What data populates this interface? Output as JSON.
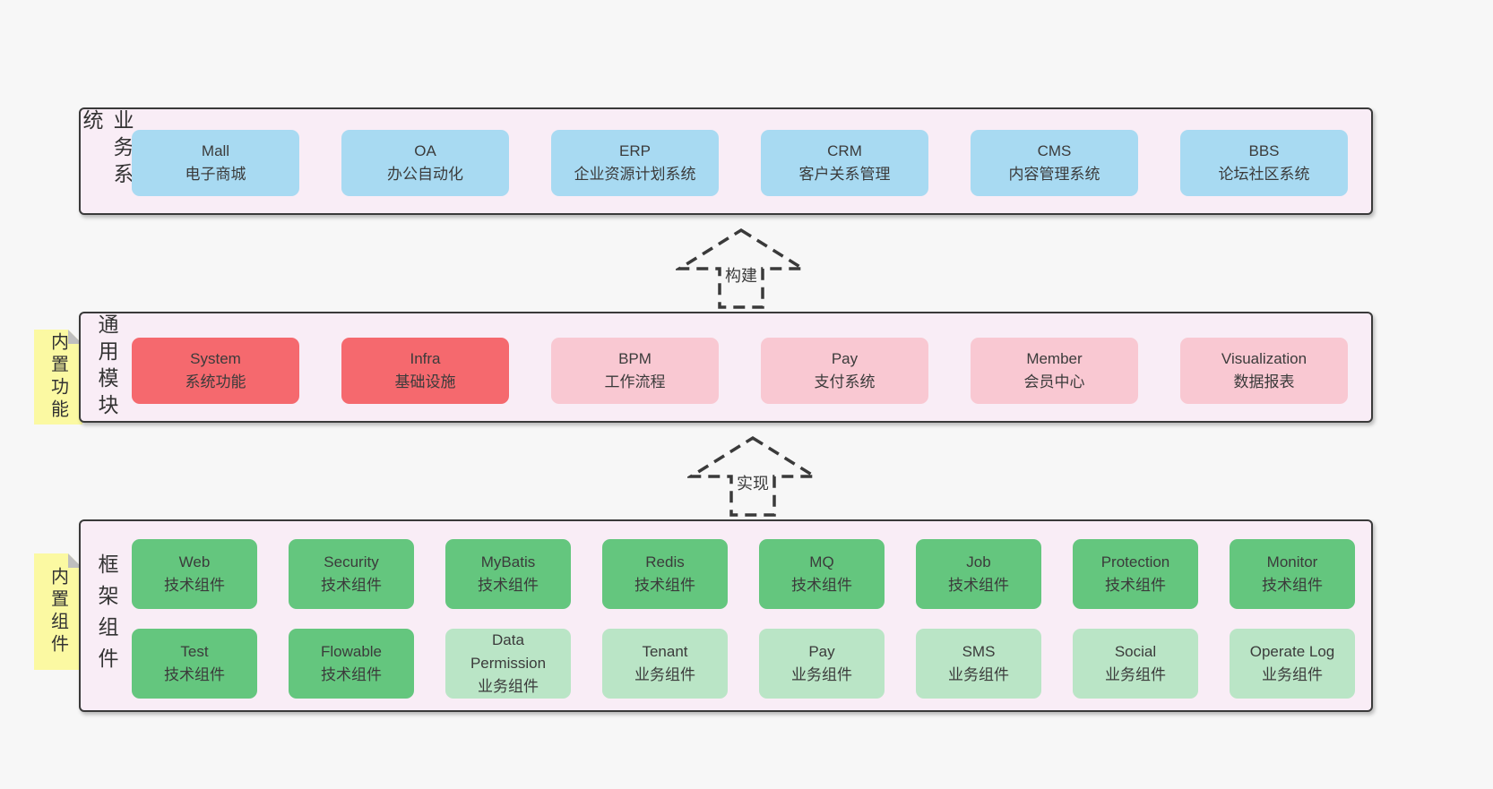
{
  "colors": {
    "page_bg": "#f7f7f7",
    "band_bg": "#f9edf6",
    "border": "#3a3a3a",
    "blue": "#a8daf2",
    "red": "#f5696e",
    "pink": "#f9c8d2",
    "green_dark": "#64c67e",
    "green_light": "#bae5c6",
    "sticky_yellow": "#fbf9a2"
  },
  "arrows": [
    {
      "label": "构建"
    },
    {
      "label": "实现"
    }
  ],
  "bands": [
    {
      "label": "业务系统",
      "boxes": [
        {
          "name": "Mall",
          "desc": "电子商城",
          "type": "blue"
        },
        {
          "name": "OA",
          "desc": "办公自动化",
          "type": "blue"
        },
        {
          "name": "ERP",
          "desc": "企业资源计划系统",
          "type": "blue"
        },
        {
          "name": "CRM",
          "desc": "客户关系管理",
          "type": "blue"
        },
        {
          "name": "CMS",
          "desc": "内容管理系统",
          "type": "blue"
        },
        {
          "name": "BBS",
          "desc": "论坛社区系统",
          "type": "blue"
        }
      ]
    },
    {
      "label": "通用模块",
      "sticky_label": "内置功能",
      "boxes": [
        {
          "name": "System",
          "desc": "系统功能",
          "type": "red"
        },
        {
          "name": "Infra",
          "desc": "基础设施",
          "type": "red"
        },
        {
          "name": "BPM",
          "desc": "工作流程",
          "type": "pink"
        },
        {
          "name": "Pay",
          "desc": "支付系统",
          "type": "pink"
        },
        {
          "name": "Member",
          "desc": "会员中心",
          "type": "pink"
        },
        {
          "name": "Visualization",
          "desc": "数据报表",
          "type": "pink"
        }
      ]
    },
    {
      "label": "框架组件",
      "sticky_label": "内置组件",
      "boxes": [
        {
          "name": "Web",
          "desc": "技术组件",
          "type": "green_dark"
        },
        {
          "name": "Security",
          "desc": "技术组件",
          "type": "green_dark"
        },
        {
          "name": "MyBatis",
          "desc": "技术组件",
          "type": "green_dark"
        },
        {
          "name": "Redis",
          "desc": "技术组件",
          "type": "green_dark"
        },
        {
          "name": "MQ",
          "desc": "技术组件",
          "type": "green_dark"
        },
        {
          "name": "Job",
          "desc": "技术组件",
          "type": "green_dark"
        },
        {
          "name": "Protection",
          "desc": "技术组件",
          "type": "green_dark"
        },
        {
          "name": "Monitor",
          "desc": "技术组件",
          "type": "green_dark"
        },
        {
          "name": "Test",
          "desc": "技术组件",
          "type": "green_dark"
        },
        {
          "name": "Flowable",
          "desc": "技术组件",
          "type": "green_dark"
        },
        {
          "name": "Data Permission",
          "desc": "业务组件",
          "type": "green_light"
        },
        {
          "name": "Tenant",
          "desc": "业务组件",
          "type": "green_light"
        },
        {
          "name": "Pay",
          "desc": "业务组件",
          "type": "green_light"
        },
        {
          "name": "SMS",
          "desc": "业务组件",
          "type": "green_light"
        },
        {
          "name": "Social",
          "desc": "业务组件",
          "type": "green_light"
        },
        {
          "name": "Operate Log",
          "desc": "业务组件",
          "type": "green_light"
        }
      ]
    }
  ]
}
